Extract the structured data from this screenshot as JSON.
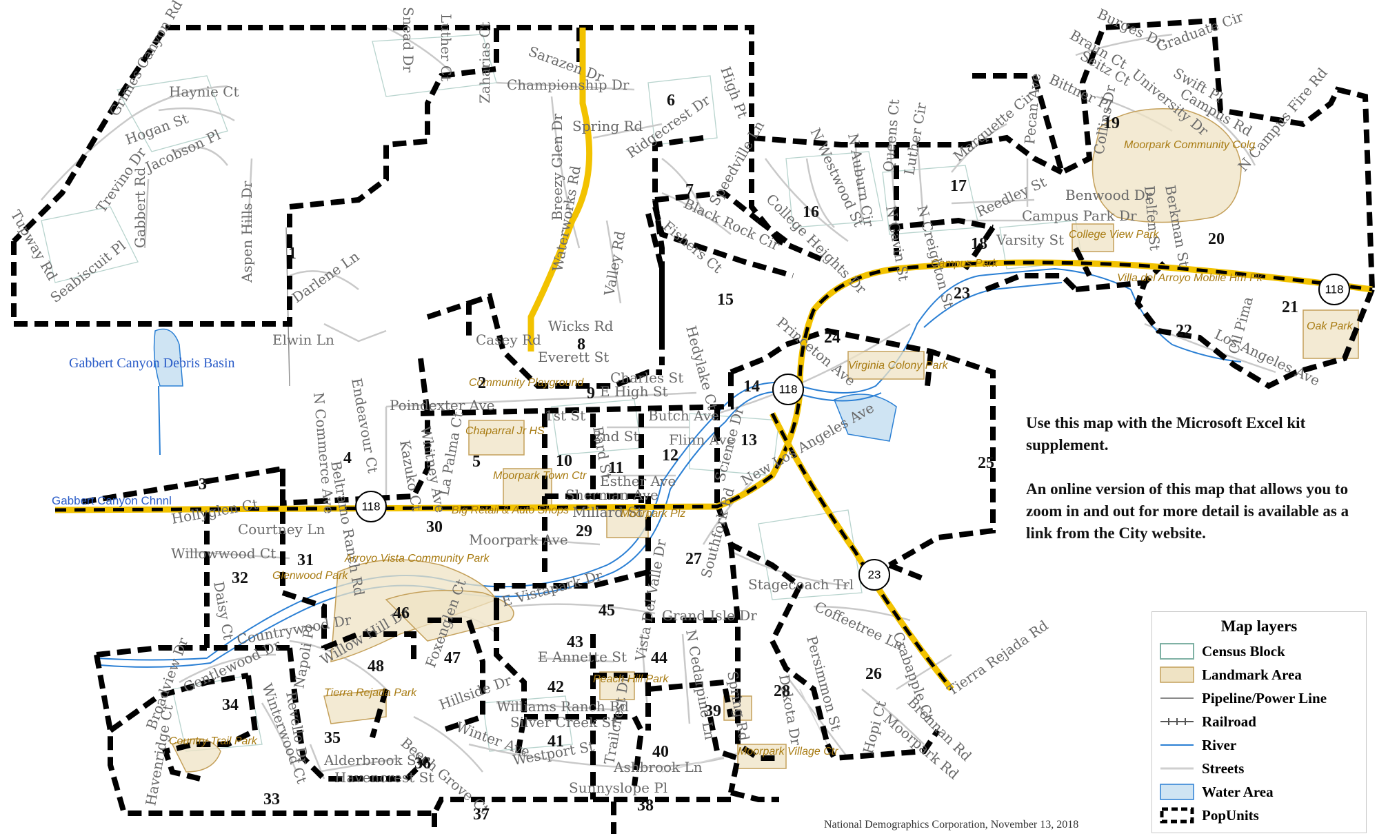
{
  "units": [
    "1",
    "2",
    "3",
    "4",
    "5",
    "6",
    "7",
    "8",
    "9",
    "10",
    "11",
    "12",
    "13",
    "14",
    "15",
    "16",
    "17",
    "18",
    "19",
    "20",
    "21",
    "22",
    "23",
    "24",
    "25",
    "26",
    "27",
    "28",
    "29",
    "30",
    "31",
    "32",
    "33",
    "34",
    "35",
    "36",
    "37",
    "38",
    "39",
    "40",
    "41",
    "42",
    "43",
    "44",
    "45",
    "46",
    "47",
    "48"
  ],
  "streets": [
    "Grimes Canyon Rd",
    "Haynie Ct",
    "Hogan St",
    "Jacobson Pl",
    "Trevino Dr",
    "Tupway Rd",
    "Seabiscuit Pl",
    "Gabbert Rd",
    "Aspen Hills Dr",
    "Darlene Ln",
    "Elwin Ln",
    "Snead Dr",
    "Luther Ct",
    "Zaharias Ct",
    "Sarazen Dr",
    "Championship Dr",
    "High Pt",
    "Spring Rd",
    "Ridgecrest Dr",
    "Breezy Glen Dr",
    "Waterworks Rd",
    "Valley Rd",
    "Speedville Ln",
    "Black Rock Cir",
    "Fishers Ct",
    "Wicks Rd",
    "Casey Rd",
    "Everett St",
    "Charles St",
    "E High St",
    "Hedylake Ct",
    "Princeton Ave",
    "College Heights Dr",
    "N Westwood St",
    "N Auburn Cir",
    "Queens Ct",
    "Luther Cir",
    "N Gavin St",
    "N Creighton St",
    "Marquette Cir",
    "Reedley St",
    "Varsity St",
    "Campus Park Dr",
    "Benwood Dr",
    "Pecan Ave",
    "Bittner Pl",
    "Braun Ct",
    "Seitz Ct",
    "University Dr",
    "Burges Dr",
    "Graduate Cir",
    "Swift Pl",
    "Campus Rd",
    "Collins Dr",
    "Delfen St",
    "Berkman St",
    "N Campus Fire Rd",
    "Los Angeles Ave",
    "Cll Pima",
    "Poindexter Ave",
    "1st St",
    "2nd St",
    "Bard St",
    "Flinn Ave",
    "Butch Ave",
    "Science Dr",
    "New Los Angeles Ave",
    "Esther Ave",
    "Sherman Ave",
    "Millard St",
    "Endeavour Ct",
    "N Commerce Ave",
    "Kazuko Ct",
    "Whitney Ave",
    "La Palma Ct",
    "Beltramo Ranch Rd",
    "Hollyglen Ct",
    "Courtney Ln",
    "Willowwood Ct",
    "Daisy Ct",
    "Moorpark Ave",
    "Southfork Rd",
    "Stagecoach Trl",
    "E Vistapark Dr",
    "Grand Isle Dr",
    "Coffeetree Ln",
    "Countrywood Dr",
    "Willow Hill Dr",
    "Foxenglen Ct",
    "Vista Del Valle Dr",
    "N Cedarpine Ln",
    "Crabapple Ct",
    "Tierra Rejada Rd",
    "Persimmon St",
    "Dakota Dr",
    "Spring Rd",
    "Gentlewood Dr",
    "Broadview Dr",
    "Havenridge Ct",
    "Winterwood Ct",
    "Revello Dr",
    "Napoli Pl",
    "Hillside Dr",
    "E Annette St",
    "Williams Ranch Rd",
    "Silver Creek St",
    "Trailcrest Dr",
    "Winter Ave",
    "Beech Grove Ct",
    "Alderbrook St",
    "Havencrest St",
    "Westport St",
    "Ashbrook Ln",
    "Sunnyslope Pl",
    "Hopi Ct",
    "Brennan Rd",
    "Moorpark Rd"
  ],
  "landmarks": [
    "Moorpark Community Colg",
    "College View Park",
    "Campus Park",
    "Villa del Arroyo Mobile Hm Pk",
    "Oak Park",
    "Virginia Colony Park",
    "Community Playground",
    "Chaparral Jr HS",
    "Moorpark Town Ctr",
    "Big Retail & Auto Shops",
    "Moorpark Plz",
    "Arroyo Vista Community Park",
    "Glenwood Park",
    "Tierra Rejada Park",
    "Peach Hill Park",
    "Country Trail Park",
    "Moorpark Village Ctr"
  ],
  "water": [
    "Gabbert Canyon Debris Basin",
    "Gabbert Canyon Chnnl"
  ],
  "highways": [
    "118",
    "23"
  ],
  "note": {
    "line1": "Use this map with the Microsoft Excel kit supplement.",
    "line2": "An online version of this map that allows you to zoom in and out for more detail is available as a link from the City website."
  },
  "legend": {
    "title": "Map layers",
    "items": [
      {
        "label": "Census Block",
        "swatch": "census-block"
      },
      {
        "label": "Landmark Area",
        "swatch": "landmark-area"
      },
      {
        "label": "Pipeline/Power Line",
        "swatch": "pipeline"
      },
      {
        "label": "Railroad",
        "swatch": "railroad"
      },
      {
        "label": "River",
        "swatch": "river"
      },
      {
        "label": "Streets",
        "swatch": "streets"
      },
      {
        "label": "Water Area",
        "swatch": "water-area"
      },
      {
        "label": "PopUnits",
        "swatch": "popunits"
      }
    ]
  },
  "credit": "National Demographics Corporation, November 13, 2018",
  "colors": {
    "highway": "#f2c200",
    "river": "#2a7fd4",
    "landmark_text": "#a77a10",
    "popunit": "#000000"
  }
}
